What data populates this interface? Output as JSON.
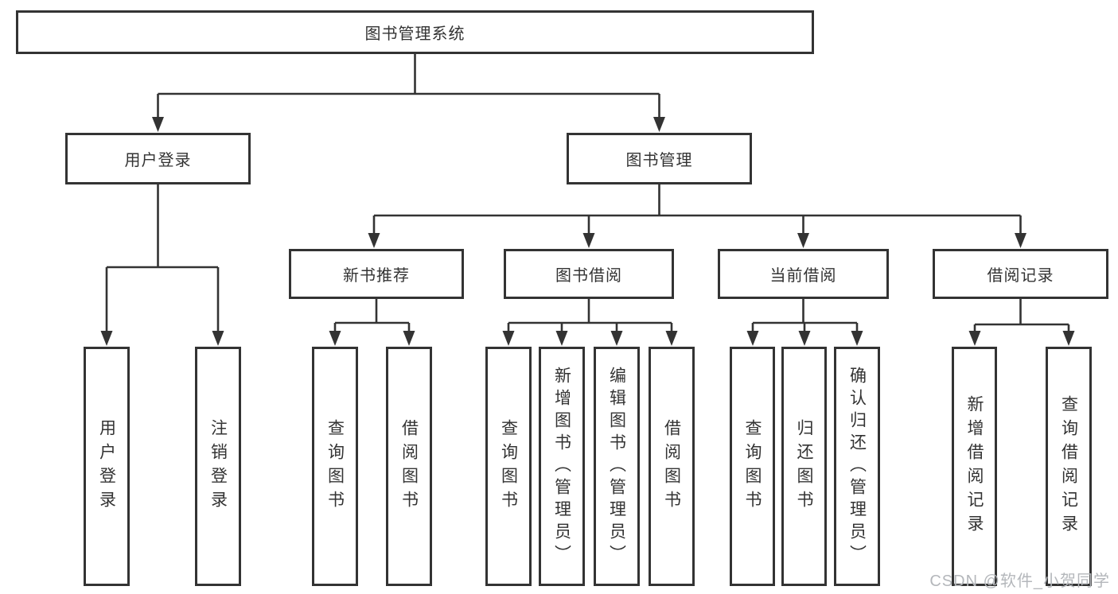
{
  "diagram": {
    "root": {
      "label": "图书管理系统"
    },
    "level2": [
      {
        "label": "用户登录"
      },
      {
        "label": "图书管理"
      }
    ],
    "level3": [
      {
        "label": "新书推荐"
      },
      {
        "label": "图书借阅"
      },
      {
        "label": "当前借阅"
      },
      {
        "label": "借阅记录"
      }
    ],
    "leaves": {
      "user": [
        {
          "label": "用户登录"
        },
        {
          "label": "注销登录"
        }
      ],
      "recommend": [
        {
          "label": "查询图书"
        },
        {
          "label": "借阅图书"
        }
      ],
      "borrowing": [
        {
          "label": "查询图书"
        },
        {
          "label": "新增图书（管理员）"
        },
        {
          "label": "编辑图书（管理员）"
        },
        {
          "label": "借阅图书"
        }
      ],
      "current": [
        {
          "label": "查询图书"
        },
        {
          "label": "归还图书"
        },
        {
          "label": "确认归还（管理员）"
        }
      ],
      "records": [
        {
          "label": "新增借阅记录"
        },
        {
          "label": "查询借阅记录"
        }
      ]
    }
  },
  "watermark": {
    "text": "CSDN @软件_小贺同学"
  },
  "colors": {
    "line": "#333333",
    "node_border": "#333333",
    "text": "#333333",
    "background": "#ffffff",
    "watermark": "#b4b7bb"
  }
}
